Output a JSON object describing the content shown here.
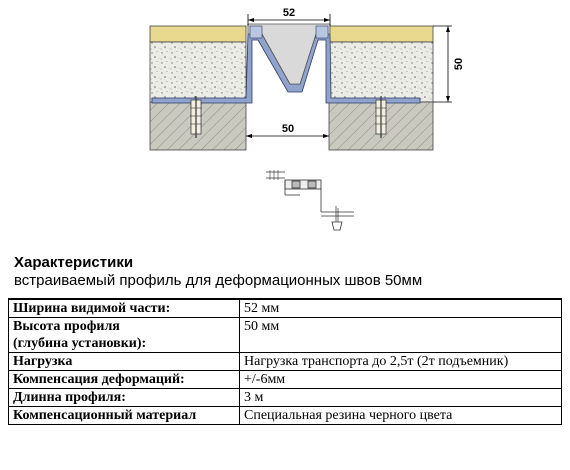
{
  "drawing": {
    "dim_top": "52",
    "dim_side": "50",
    "dim_bottom": "50"
  },
  "section": {
    "heading": "Характеристики",
    "subheading": "встраиваемый профиль для деформационных швов 50мм"
  },
  "spec_table": {
    "rows": [
      {
        "label": "Ширина видимой части:",
        "value": "52 мм"
      },
      {
        "label": "Высота профиля\n(глубина установки):",
        "value": "50 мм"
      },
      {
        "label": "Нагрузка",
        "value": "Нагрузка транспорта до 2,5т (2т подъемник)"
      },
      {
        "label": "Компенсация деформаций:",
        "value": "+/-6мм"
      },
      {
        "label": "Длинна профиля:",
        "value": "3 м"
      },
      {
        "label": "Компенсационный материал",
        "value": "Специальная резина черного цвета"
      }
    ]
  }
}
